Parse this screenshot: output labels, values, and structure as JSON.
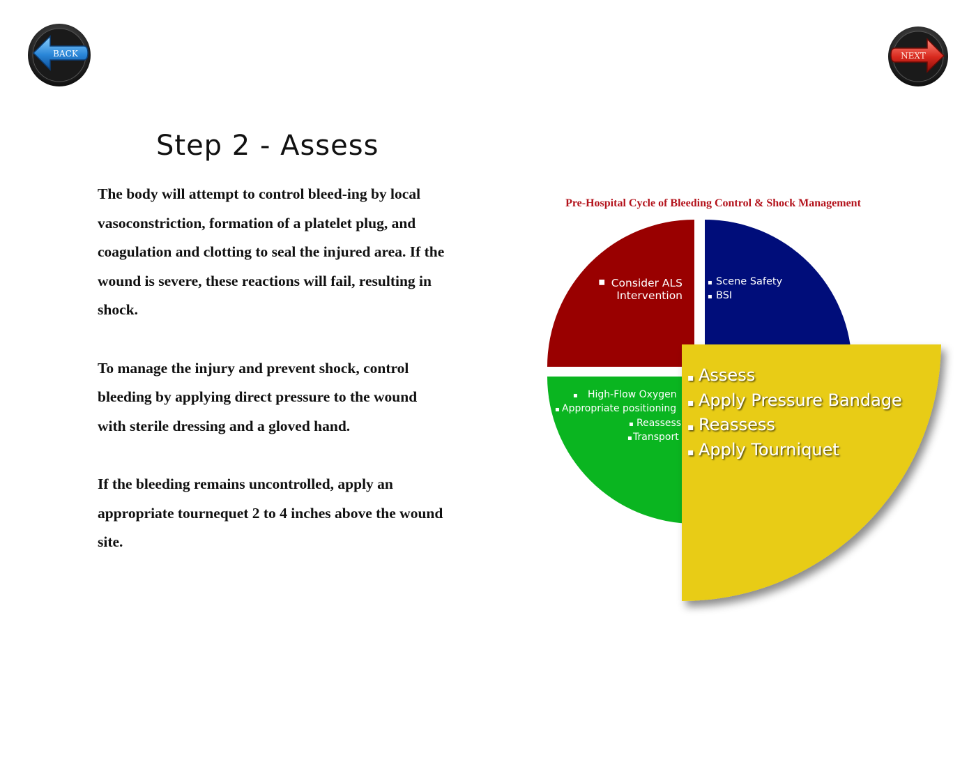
{
  "nav": {
    "back_label": "BACK",
    "next_label": "NEXT"
  },
  "page": {
    "title": "Step 2 - Assess",
    "paragraphs": [
      "The body will attempt to control bleed-ing by local vasoconstriction, formation of a platelet plug, and coagulation and clotting to seal the injured area. If the wound is severe, these reactions will fail, resulting in shock.",
      "To manage the injury and prevent shock, control bleeding by applying direct pressure to the wound with sterile dressing and a gloved hand.",
      "If the bleeding remains uncontrolled, apply an appropriate tournequet 2 to 4 inches above the wound site."
    ]
  },
  "diagram": {
    "title": "Pre-Hospital Cycle of Bleeding Control & Shock Management",
    "colors": {
      "title": "#b3121b",
      "red": "#990000",
      "blue": "#000d7a",
      "green": "#0ab520",
      "yellow": "#e8cc12"
    },
    "quadrants": {
      "red": [
        "Consider ALS",
        "Intervention"
      ],
      "blue": [
        "Scene Safety",
        "BSI"
      ],
      "green": [
        "High-Flow Oxygen",
        "Appropriate positioning",
        "Reassess",
        "Transport"
      ],
      "yellow": [
        "Assess",
        "Apply Pressure Bandage",
        "Reassess",
        "Apply Tourniquet"
      ]
    }
  }
}
